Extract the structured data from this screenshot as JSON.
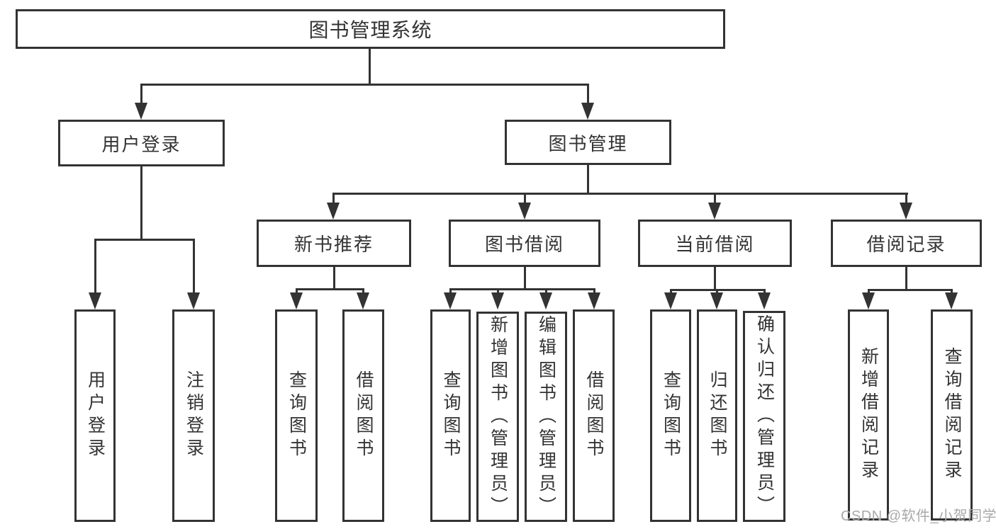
{
  "diagram": {
    "root": {
      "label": "图书管理系统"
    },
    "level2": {
      "user_login": {
        "label": "用户登录"
      },
      "book_management": {
        "label": "图书管理"
      }
    },
    "level3": {
      "new_book_recommend": {
        "label": "新书推荐"
      },
      "book_borrow": {
        "label": "图书借阅"
      },
      "current_borrow": {
        "label": "当前借阅"
      },
      "borrow_records": {
        "label": "借阅记录"
      }
    },
    "leaves": {
      "user_login": {
        "label": "用户登录"
      },
      "logout": {
        "label": "注销登录"
      },
      "query_books_recommend": {
        "label": "查询图书"
      },
      "borrow_books_recommend": {
        "label": "借阅图书"
      },
      "query_books_borrow": {
        "label": "查询图书"
      },
      "add_book_admin": {
        "label": "新增图书（管理员）"
      },
      "edit_book_admin": {
        "label": "编辑图书（管理员）"
      },
      "borrow_books_borrow": {
        "label": "借阅图书"
      },
      "query_books_current": {
        "label": "查询图书"
      },
      "return_book": {
        "label": "归还图书"
      },
      "confirm_return_admin": {
        "label": "确认归还（管理员）"
      },
      "add_borrow_record": {
        "label": "新增借阅记录"
      },
      "query_borrow_record": {
        "label": "查询借阅记录"
      }
    }
  },
  "watermark": {
    "text": "CSDN @软件_小贺同学"
  },
  "colors": {
    "line": "#333333",
    "text": "#333333",
    "box_background": "#ffffff",
    "page_background": "#ffffff",
    "watermark": "#a9a9a9"
  }
}
